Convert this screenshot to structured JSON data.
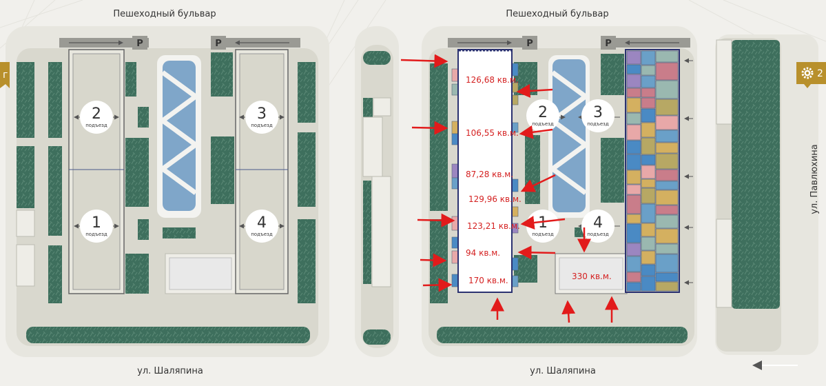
{
  "streets": {
    "top_left": "Пешеходный бульвар",
    "top_right": "Пешеходный бульвар",
    "bottom_left": "ул. Шаляпина",
    "bottom_right": "ул. Шаляпина",
    "right_vertical": "ул. Павлюхина"
  },
  "parking_label": "P",
  "entrances": {
    "left": [
      {
        "number": "2",
        "label": "подъезд"
      },
      {
        "number": "3",
        "label": "подъезд"
      },
      {
        "number": "1",
        "label": "подъезд"
      },
      {
        "number": "4",
        "label": "подъезд"
      }
    ],
    "right": [
      {
        "number": "2",
        "label": "подъезд"
      },
      {
        "number": "3",
        "label": "подъезд"
      },
      {
        "number": "1",
        "label": "подъезд"
      },
      {
        "number": "4",
        "label": "подъезд"
      }
    ]
  },
  "areas": [
    "126,68 кв.м.",
    "106,55 кв.м.",
    "87,28 кв.м.",
    "129,96 кв.м.",
    "123,21 кв.м.",
    "94 кв.м.",
    "170 кв.м.",
    "330 кв.м."
  ],
  "markers": {
    "left_edge": "г",
    "right_marker": "2",
    "right_marker_icon": "gear-icon"
  },
  "colors": {
    "background": "#f1f0ec",
    "lot": "#dcdcd3",
    "green": "#3e6f5d",
    "water": "#7fa6c9",
    "marker": "#b8902c",
    "arrow": "#e21b1b",
    "highlight_text": "#d42020"
  }
}
